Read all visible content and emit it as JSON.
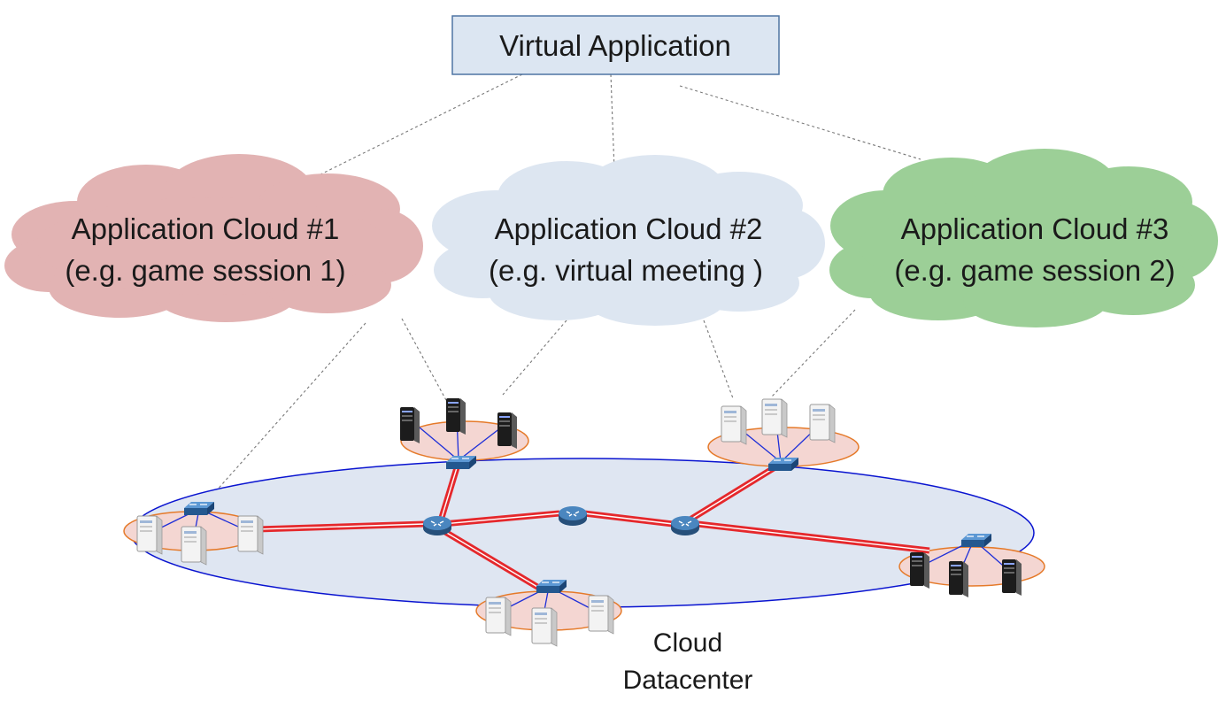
{
  "virtual_app": {
    "label": "Virtual Application"
  },
  "clouds": [
    {
      "line1": "Application Cloud #1",
      "line2": "(e.g. game session 1)",
      "color": "#e2b3b3"
    },
    {
      "line1": "Application Cloud #2",
      "line2": "(e.g. virtual meeting )",
      "color": "#dde6f1"
    },
    {
      "line1": "Application Cloud #3",
      "line2": "(e.g. game session 2)",
      "color": "#9ccf97"
    }
  ],
  "datacenter": {
    "line1": "Cloud",
    "line2": "Datacenter",
    "fill": "#dfe6f2",
    "edge": "#0a14d0"
  },
  "colors": {
    "red_link": "#e5282c",
    "ring_edge": "#e57a2a",
    "ring_fill": "#f4d6d2",
    "router": "#3a74a8",
    "switch": "#2c6fb8",
    "dashed": "#777777",
    "box_fill": "#dce6f2",
    "box_edge": "#4f75a3"
  },
  "icons": [
    "router-icon",
    "switch-icon",
    "server-black-icon",
    "server-white-icon"
  ]
}
